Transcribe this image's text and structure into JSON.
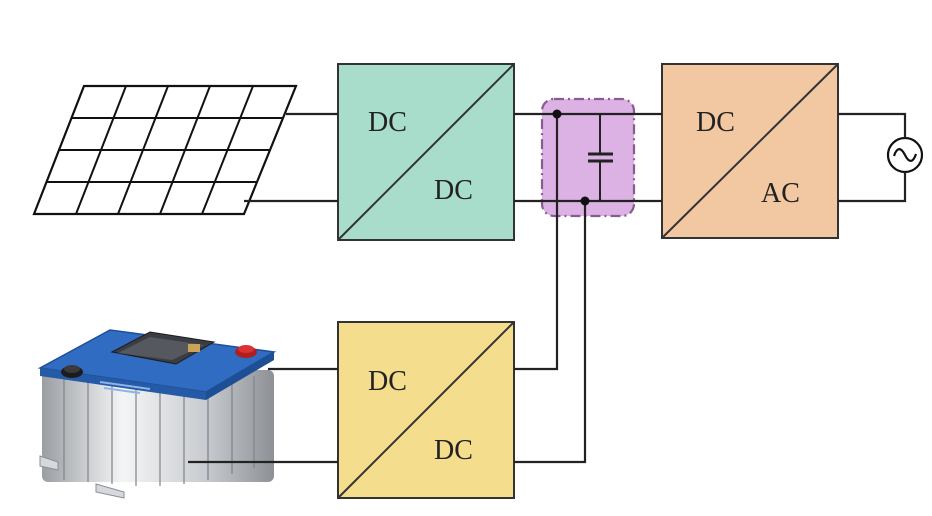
{
  "converters": {
    "pv_dcdc": {
      "input_label": "DC",
      "output_label": "DC",
      "fill": "#a8dccb"
    },
    "inverter": {
      "input_label": "DC",
      "output_label": "AC",
      "fill": "#f2c8a3"
    },
    "storage_dcdc": {
      "input_label": "DC",
      "output_label": "DC",
      "fill": "#f5dd8e"
    }
  },
  "dc_link": {
    "fill": "#dcb2e4",
    "border": "#8a5a92"
  },
  "icons": {
    "pv": "solar-panel-icon",
    "storage": "supercapacitor-module-icon",
    "grid": "ac-source-icon",
    "capacitor": "capacitor-icon"
  }
}
